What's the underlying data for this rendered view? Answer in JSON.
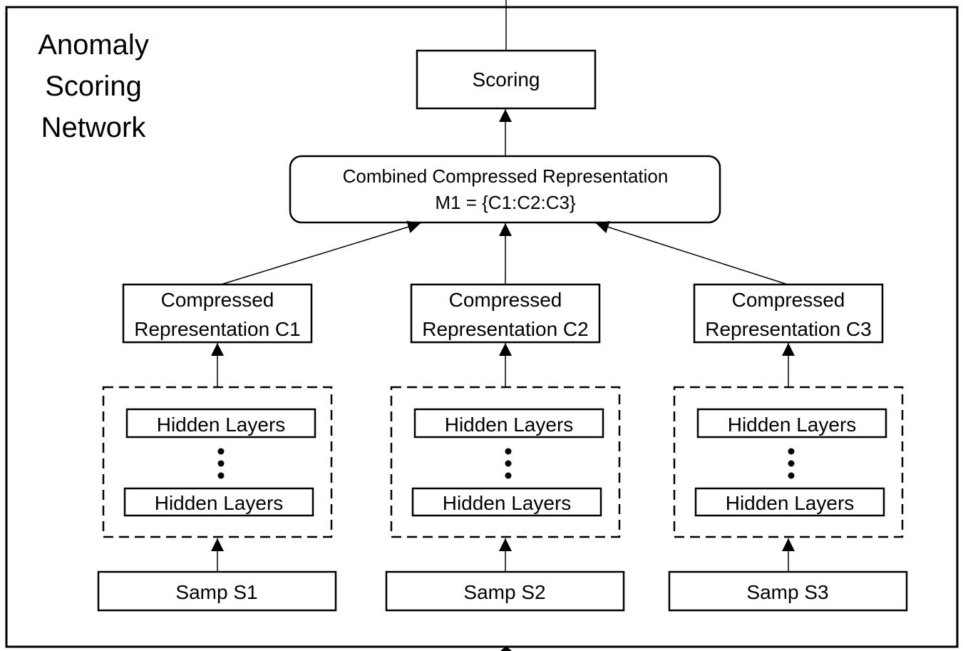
{
  "title_lines": [
    "Anomaly",
    "Scoring",
    "Network"
  ],
  "scoring_label": "Scoring",
  "combined": {
    "line1": "Combined Compressed Representation",
    "line2": "M1 = {C1:C2:C3}"
  },
  "branches": [
    {
      "compressed_line1": "Compressed",
      "compressed_line2": "Representation C1",
      "hidden_top": "Hidden Layers",
      "hidden_bottom": "Hidden Layers",
      "sample": "Samp S1"
    },
    {
      "compressed_line1": "Compressed",
      "compressed_line2": "Representation C2",
      "hidden_top": "Hidden Layers",
      "hidden_bottom": "Hidden Layers",
      "sample": "Samp S2"
    },
    {
      "compressed_line1": "Compressed",
      "compressed_line2": "Representation C3",
      "hidden_top": "Hidden Layers",
      "hidden_bottom": "Hidden Layers",
      "sample": "Samp S3"
    }
  ]
}
